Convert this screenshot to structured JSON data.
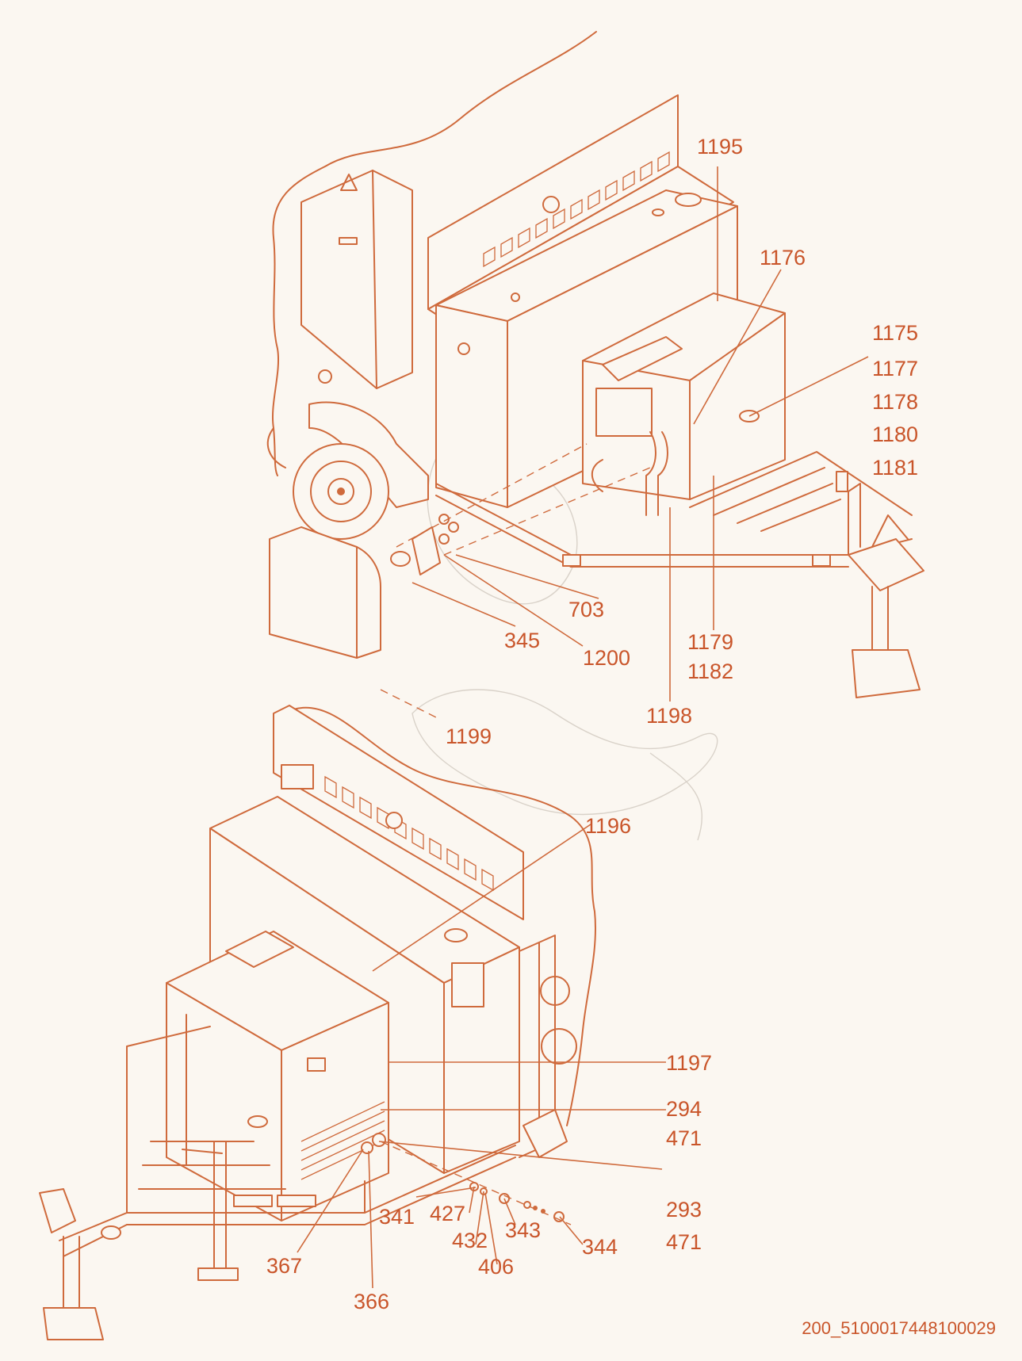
{
  "callouts": {
    "c1195": "1195",
    "c1176": "1176",
    "c1175": "1175",
    "c1177": "1177",
    "c1178": "1178",
    "c1180": "1180",
    "c1181": "1181",
    "c703": "703",
    "c345": "345",
    "c1200": "1200",
    "c1179": "1179",
    "c1182": "1182",
    "c1198": "1198",
    "c1199": "1199",
    "c1196": "1196",
    "c1197": "1197",
    "c294": "294",
    "c471a": "471",
    "c293": "293",
    "c471b": "471",
    "c341": "341",
    "c427": "427",
    "c432": "432",
    "c406": "406",
    "c343": "343",
    "c344": "344",
    "c367": "367",
    "c366": "366"
  },
  "drawing_id": "200_5100017448100029",
  "colors": {
    "line": "#cf6a3c",
    "text": "#c9552a",
    "background": "#fbf7f1",
    "watermark": "#d9d2c9"
  }
}
